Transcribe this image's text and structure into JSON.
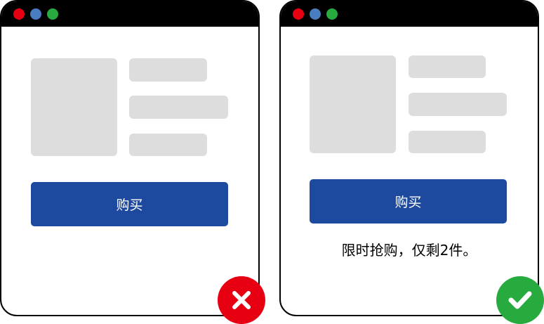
{
  "bad_example": {
    "button_label": "购买",
    "badge_icon": "x-icon",
    "badge_color": "#e60012"
  },
  "good_example": {
    "button_label": "购买",
    "message": "限时抢购，仅剩2件。",
    "badge_icon": "check-icon",
    "badge_color": "#27ab3e"
  },
  "colors": {
    "button": "#1d4a9e",
    "dot_red": "#e60012",
    "dot_blue": "#4a7cc2",
    "dot_green": "#27ab3e"
  }
}
